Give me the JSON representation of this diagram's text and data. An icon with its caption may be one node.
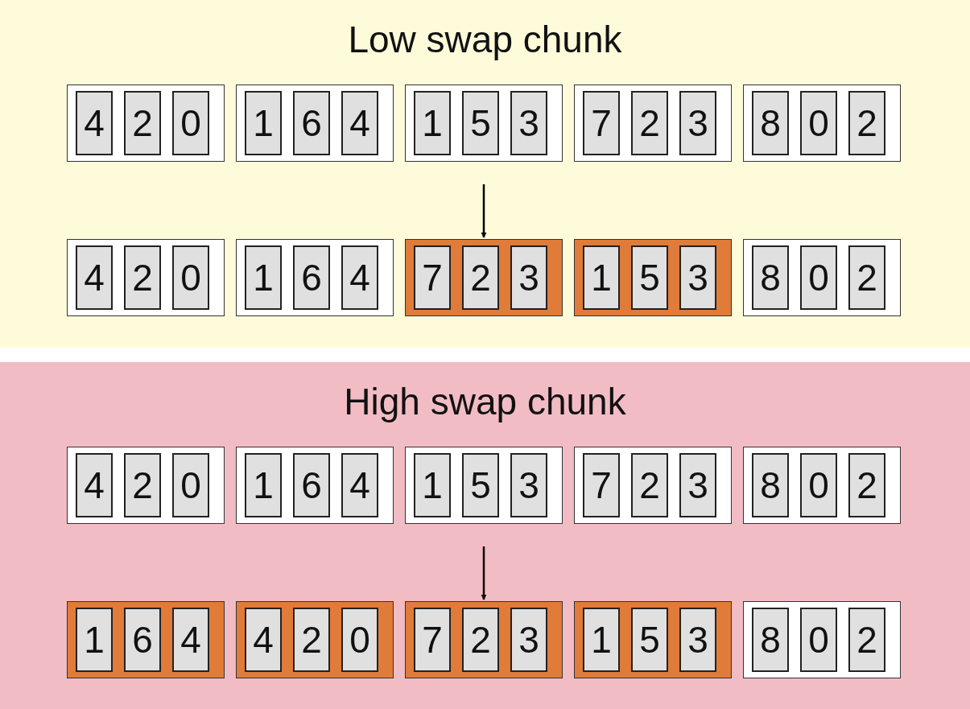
{
  "diagram": {
    "nodes": [
      {
        "text": [
          "Low swap chunk"
        ]
      },
      {
        "text": [],
        "shape": "box",
        "in": 0
      },
      {
        "text": [
          "4"
        ],
        "in": 1
      },
      {
        "text": [
          "2"
        ],
        "in": 1
      },
      {
        "text": [
          "0"
        ],
        "in": 1
      },
      {
        "text": [],
        "shape": "box",
        "in": 0
      },
      {
        "text": [
          "1"
        ],
        "in": 5
      },
      {
        "text": [
          "6"
        ],
        "in": 5
      },
      {
        "text": [
          "4"
        ],
        "in": 5
      },
      {
        "text": [],
        "shape": "box",
        "in": 0
      },
      {
        "text": [
          "1"
        ],
        "in": 9
      },
      {
        "text": [
          "5"
        ],
        "in": 9
      },
      {
        "text": [
          "3"
        ],
        "in": 9
      },
      {
        "text": [],
        "shape": "box",
        "in": 0
      },
      {
        "text": [
          "7"
        ],
        "in": 13
      },
      {
        "text": [
          "2"
        ],
        "in": 13
      },
      {
        "text": [
          "3"
        ],
        "in": 13
      },
      {
        "text": [],
        "shape": "box",
        "in": 0
      },
      {
        "text": [
          "8"
        ],
        "in": 17
      },
      {
        "text": [
          "0"
        ],
        "in": 17
      },
      {
        "text": [
          "2"
        ],
        "in": 17
      },
      {
        "text": [],
        "shape": "box",
        "in": 0
      },
      {
        "text": [
          "4"
        ],
        "in": 21
      },
      {
        "text": [
          "2"
        ],
        "in": 21
      },
      {
        "text": [
          "0"
        ],
        "in": 21
      },
      {
        "text": [],
        "shape": "box",
        "in": 0
      },
      {
        "text": [
          "1"
        ],
        "in": 25
      },
      {
        "text": [
          "6"
        ],
        "in": 25
      },
      {
        "text": [
          "4"
        ],
        "in": 25
      },
      {
        "text": [],
        "shape": "box",
        "in": 0
      },
      {
        "text": [
          "7"
        ],
        "in": 29
      },
      {
        "text": [
          "2"
        ],
        "in": 29
      },
      {
        "text": [
          "3"
        ],
        "in": 29
      },
      {
        "text": [],
        "shape": "box",
        "in": 0
      },
      {
        "text": [
          "1"
        ],
        "in": 33
      },
      {
        "text": [
          "5"
        ],
        "in": 33
      },
      {
        "text": [
          "3"
        ],
        "in": 33
      },
      {
        "text": [],
        "shape": "box",
        "in": 0
      },
      {
        "text": [
          "8"
        ],
        "in": 37
      },
      {
        "text": [
          "0"
        ],
        "in": 37
      },
      {
        "text": [
          "2"
        ],
        "in": 37
      },
      {
        "text": [
          "High swap chunk"
        ]
      },
      {
        "text": [],
        "shape": "box",
        "in": 41
      },
      {
        "text": [
          "4"
        ],
        "in": 42
      },
      {
        "text": [
          "2"
        ],
        "in": 42
      },
      {
        "text": [
          "0"
        ],
        "in": 42
      },
      {
        "text": [],
        "shape": "box",
        "in": 41
      },
      {
        "text": [
          "1"
        ],
        "in": 46
      },
      {
        "text": [
          "6"
        ],
        "in": 46
      },
      {
        "text": [
          "4"
        ],
        "in": 46
      },
      {
        "text": [],
        "shape": "box",
        "in": 41
      },
      {
        "text": [
          "1"
        ],
        "in": 50
      },
      {
        "text": [
          "5"
        ],
        "in": 50
      },
      {
        "text": [
          "3"
        ],
        "in": 50
      },
      {
        "text": [],
        "shape": "box",
        "in": 41
      },
      {
        "text": [
          "7"
        ],
        "in": 54
      },
      {
        "text": [
          "2"
        ],
        "in": 54
      },
      {
        "text": [
          "3"
        ],
        "in": 54
      },
      {
        "text": [],
        "shape": "box",
        "in": 41
      },
      {
        "text": [
          "8"
        ],
        "in": 58
      },
      {
        "text": [
          "0"
        ],
        "in": 58
      },
      {
        "text": [
          "2"
        ],
        "in": 58
      },
      {
        "text": [],
        "shape": "box",
        "in": 41
      },
      {
        "text": [
          "1"
        ],
        "in": 62
      },
      {
        "text": [
          "6"
        ],
        "in": 62
      },
      {
        "text": [
          "4"
        ],
        "in": 62
      },
      {
        "text": [],
        "shape": "box",
        "in": 41
      },
      {
        "text": [
          "4"
        ],
        "in": 66
      },
      {
        "text": [
          "2"
        ],
        "in": 66
      },
      {
        "text": [
          "0"
        ],
        "in": 66
      },
      {
        "text": [],
        "shape": "box",
        "in": 41
      },
      {
        "text": [
          "7"
        ],
        "in": 70
      },
      {
        "text": [
          "2"
        ],
        "in": 70
      },
      {
        "text": [
          "3"
        ],
        "in": 70
      },
      {
        "text": [],
        "shape": "box",
        "in": 41
      },
      {
        "text": [
          "1"
        ],
        "in": 74
      },
      {
        "text": [
          "5"
        ],
        "in": 74
      },
      {
        "text": [
          "3"
        ],
        "in": 74
      },
      {
        "text": [],
        "shape": "box",
        "in": 41
      },
      {
        "text": [
          "8"
        ],
        "in": 78
      },
      {
        "text": [
          "0"
        ],
        "in": 78
      },
      {
        "text": [
          "2"
        ],
        "in": 78
      }
    ],
    "edges": [
      {
        "from": 9,
        "to": 29,
        "arrow": "to"
      },
      {
        "from": 50,
        "to": 70,
        "arrow": "to"
      }
    ]
  }
}
